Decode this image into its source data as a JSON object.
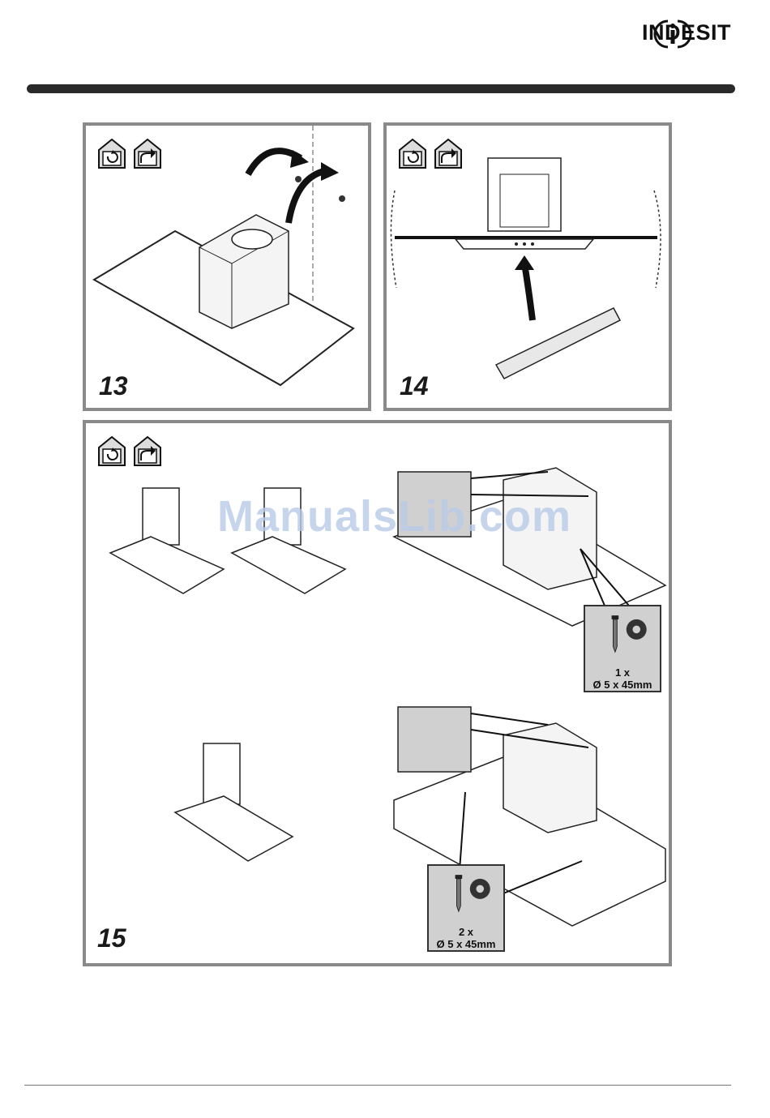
{
  "header": {
    "brand": "INDESIT",
    "brand_color": "#111111",
    "bar_color": "#2a2a2a"
  },
  "panels": [
    {
      "step": "13",
      "icons": [
        "recirculation-icon",
        "extraction-icon"
      ]
    },
    {
      "step": "14",
      "icons": [
        "recirculation-icon",
        "extraction-icon"
      ]
    },
    {
      "step": "15",
      "icons": [
        "recirculation-icon",
        "extraction-icon"
      ]
    }
  ],
  "watermark": "ManualsLib.com",
  "screws": [
    {
      "quantity": "1 x",
      "size": "Ø 5 x 45mm"
    },
    {
      "quantity": "2 x",
      "size": "Ø 5 x 45mm"
    }
  ]
}
